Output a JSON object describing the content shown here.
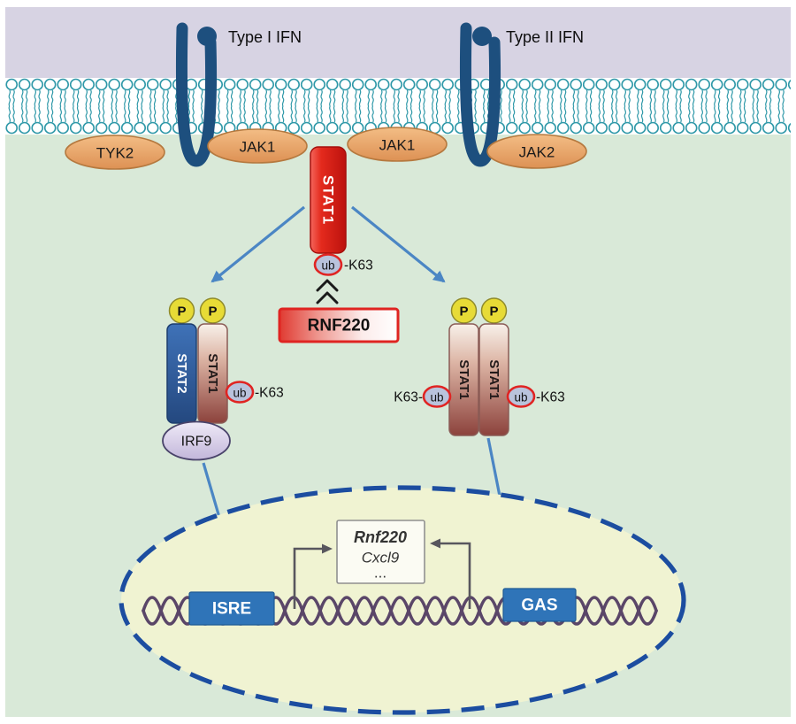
{
  "figure": {
    "extracellular": {
      "type1_label": "Type I IFN",
      "type2_label": "Type II IFN"
    },
    "membrane_kinases": [
      {
        "label": "TYK2"
      },
      {
        "label": "JAK1"
      },
      {
        "label": "JAK1"
      },
      {
        "label": "JAK2"
      }
    ],
    "receptor_stat1": {
      "label": "STAT1",
      "ub": "ub",
      "site": "-K63"
    },
    "rnf220_label": "RNF220",
    "isgf3": {
      "p1": "P",
      "p2": "P",
      "stat2": "STAT2",
      "stat1": "STAT1",
      "irf9": "IRF9",
      "ub": "ub",
      "site": "-K63"
    },
    "gaf": {
      "p1": "P",
      "p2": "P",
      "stat1_a": "STAT1",
      "stat1_b": "STAT1",
      "left_site": "K63-",
      "left_ub": "ub",
      "right_ub": "ub",
      "right_site": "-K63"
    },
    "nucleus": {
      "isre_label": "ISRE",
      "gas_label": "GAS",
      "target_genes": [
        "Rnf220",
        "Cxcl9",
        "..."
      ]
    },
    "colors": {
      "extracellular_bg": "#d7d3e3",
      "cytoplasm_bg": "#d9e9d8",
      "membrane_teal": "#2e98a8",
      "receptor_blue": "#1d4f7e",
      "kinase_fill": "#e9a76c",
      "stat1_red": "#dc1a14",
      "ub_fill": "#b9c3dc",
      "ub_stroke": "#e02422",
      "phospho_yellow": "#e7db36",
      "stat2_blue": "#2d5da6",
      "stat1_gradient_dark": "#8e433d",
      "irf9_fill": "#d7d0e8",
      "arrow_blue": "#4b86c4",
      "nucleus_fill": "#f0f3d2",
      "nucleus_border": "#1c4da0",
      "dna_purple": "#5a4668",
      "binding_site_blue": "#2f74b8"
    }
  }
}
